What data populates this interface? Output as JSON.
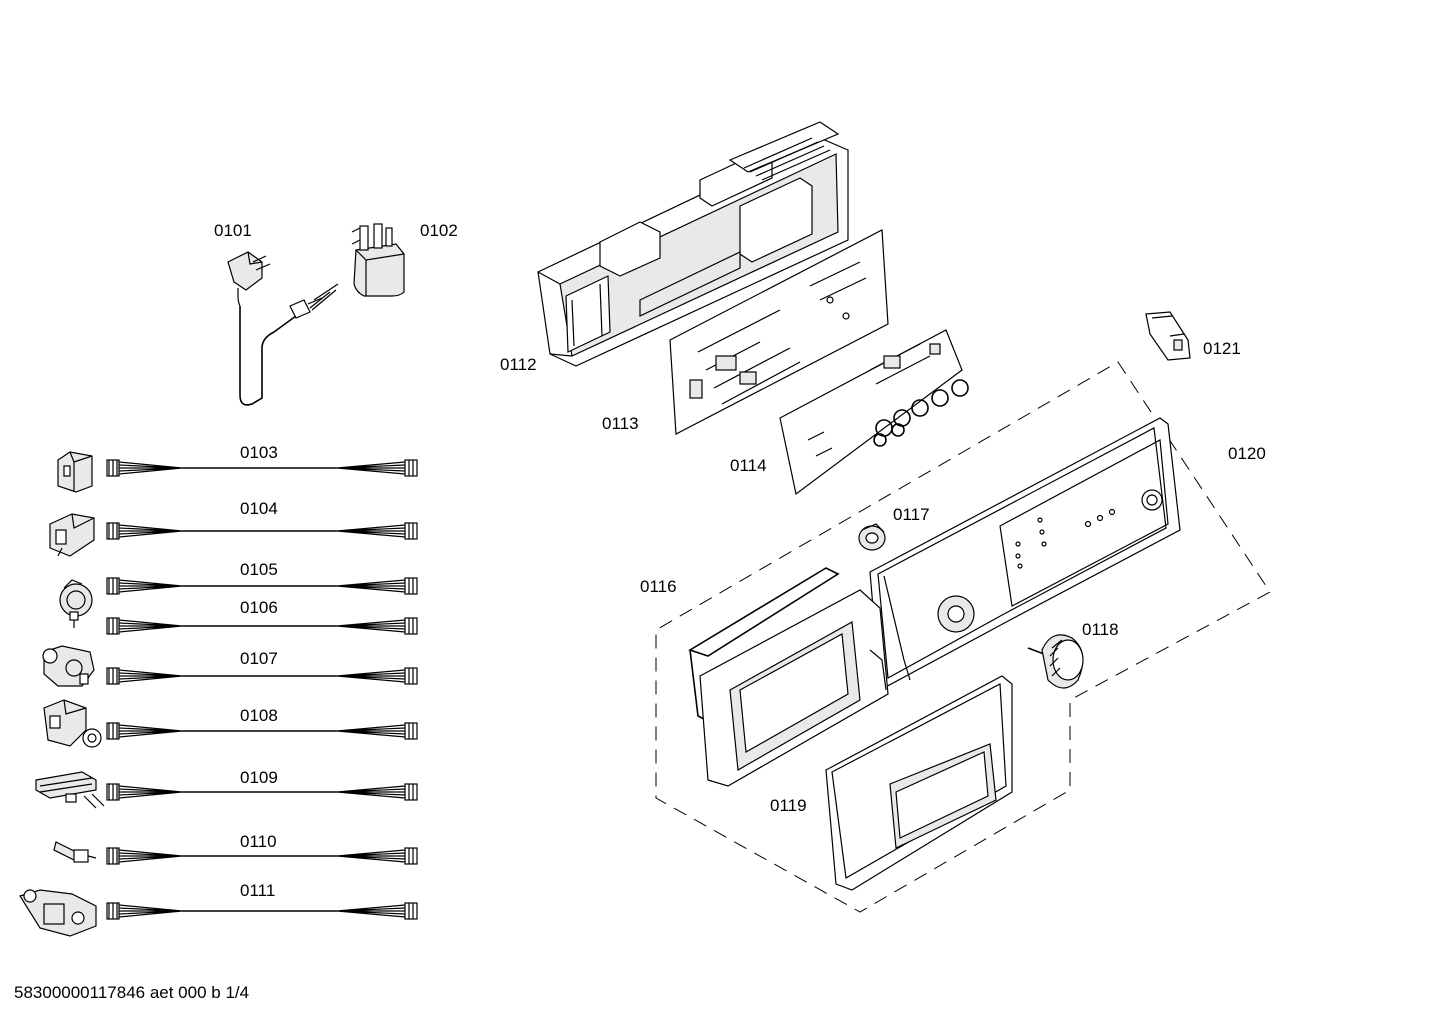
{
  "diagram": {
    "footer": {
      "code": "58300000117846 aet 000 b 1/4"
    },
    "parts": {
      "p0101": "0101",
      "p0102": "0102",
      "p0103": "0103",
      "p0104": "0104",
      "p0105": "0105",
      "p0106": "0106",
      "p0107": "0107",
      "p0108": "0108",
      "p0109": "0109",
      "p0110": "0110",
      "p0111": "0111",
      "p0112": "0112",
      "p0113": "0113",
      "p0114": "0114",
      "p0116": "0116",
      "p0117": "0117",
      "p0118": "0118",
      "p0119": "0119",
      "p0120": "0120",
      "p0121": "0121"
    }
  }
}
